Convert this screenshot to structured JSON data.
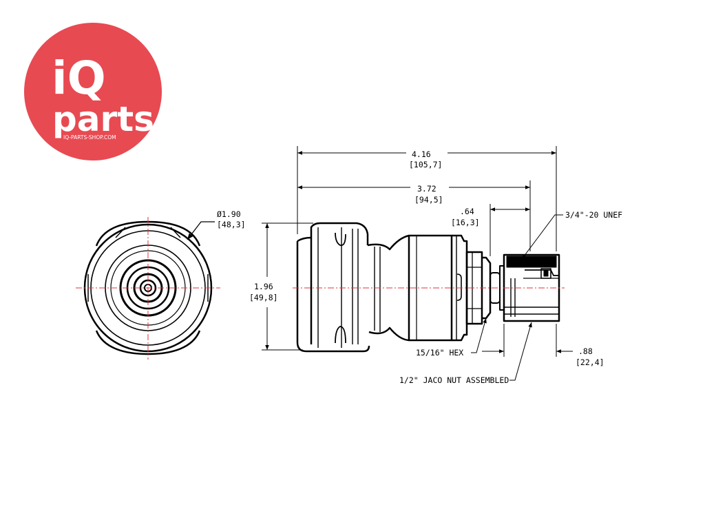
{
  "logo": {
    "brand_iq": "iQ",
    "brand_parts": "parts",
    "website": "IQ-PARTS-SHOP.COM",
    "bg_color": "#e84a52"
  },
  "drawing": {
    "line_color": "#000000",
    "centerline_color": "#e0303a",
    "dims": {
      "diameter": {
        "value": "Ø1.90",
        "metric": "[48,3]"
      },
      "height": {
        "value": "1.96",
        "metric": "[49,8]"
      },
      "overall_length": {
        "value": "4.16",
        "metric": "[105,7]"
      },
      "body_length": {
        "value": "3.72",
        "metric": "[94,5]"
      },
      "nut_offset": {
        "value": ".64",
        "metric": "[16,3]"
      },
      "nut_length": {
        "value": ".88",
        "metric": "[22,4]"
      }
    },
    "callouts": {
      "thread": "3/4\"-20 UNEF",
      "hex": "15/16\" HEX",
      "nut": "1/2\" JACO NUT ASSEMBLED"
    }
  }
}
